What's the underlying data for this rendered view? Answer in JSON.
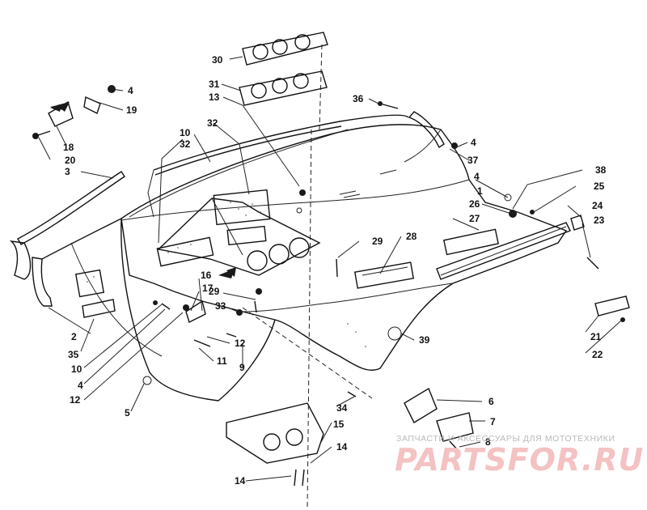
{
  "diagram": {
    "callouts": {
      "c1": "1",
      "c2": "2",
      "c3": "3",
      "c4a": "4",
      "c4b": "4",
      "c4c": "4",
      "c4d": "4",
      "c5": "5",
      "c6": "6",
      "c7": "7",
      "c8": "8",
      "c9": "9",
      "c10a": "10",
      "c10b": "10",
      "c11": "11",
      "c12a": "12",
      "c12b": "12",
      "c13": "13",
      "c14a": "14",
      "c14b": "14",
      "c15": "15",
      "c16": "16",
      "c17": "17",
      "c18": "18",
      "c19": "19",
      "c20": "20",
      "c21": "21",
      "c22": "22",
      "c23": "23",
      "c24": "24",
      "c25": "25",
      "c26": "26",
      "c27": "27",
      "c28": "28",
      "c29a": "29",
      "c29b": "29",
      "c30": "30",
      "c31": "31",
      "c32a": "32",
      "c32b": "32",
      "c33": "33",
      "c34": "34",
      "c35": "35",
      "c36": "36",
      "c37": "37",
      "c38": "38",
      "c39": "39"
    }
  },
  "watermark": {
    "caption": "ЗАПЧАСТИ И АКСЕССУАРЫ ДЛЯ МОТОТЕХНИКИ",
    "logo_text": "PARTSFOR.RU",
    "logo_color": "#f4c2c2"
  }
}
